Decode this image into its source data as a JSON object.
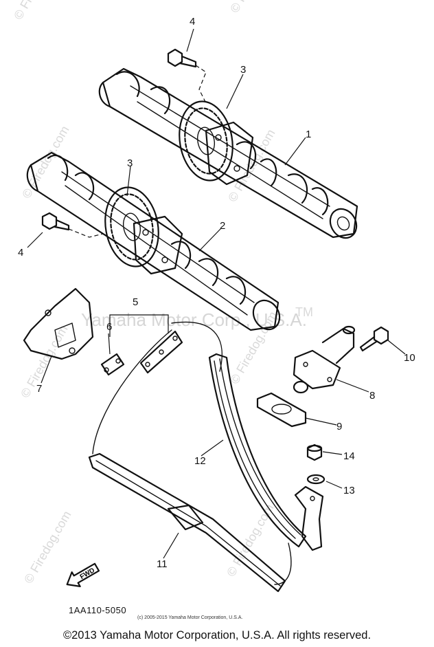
{
  "watermark": {
    "brand": "Yamaha Motor Corp., U.S.A.",
    "tm": "TM",
    "site": "© Firedog.com"
  },
  "callouts": [
    "1",
    "2",
    "3",
    "3",
    "4",
    "4",
    "5",
    "6",
    "7",
    "8",
    "9",
    "10",
    "11",
    "12",
    "13",
    "14"
  ],
  "fwd_label": "FWD",
  "part_number": "1AA110-5050",
  "small_copyright": "(c) 2005-2015 Yamaha Motor Corporation, U.S.A.",
  "copyright": "©2013 Yamaha Motor Corporation, U.S.A. All rights reserved."
}
